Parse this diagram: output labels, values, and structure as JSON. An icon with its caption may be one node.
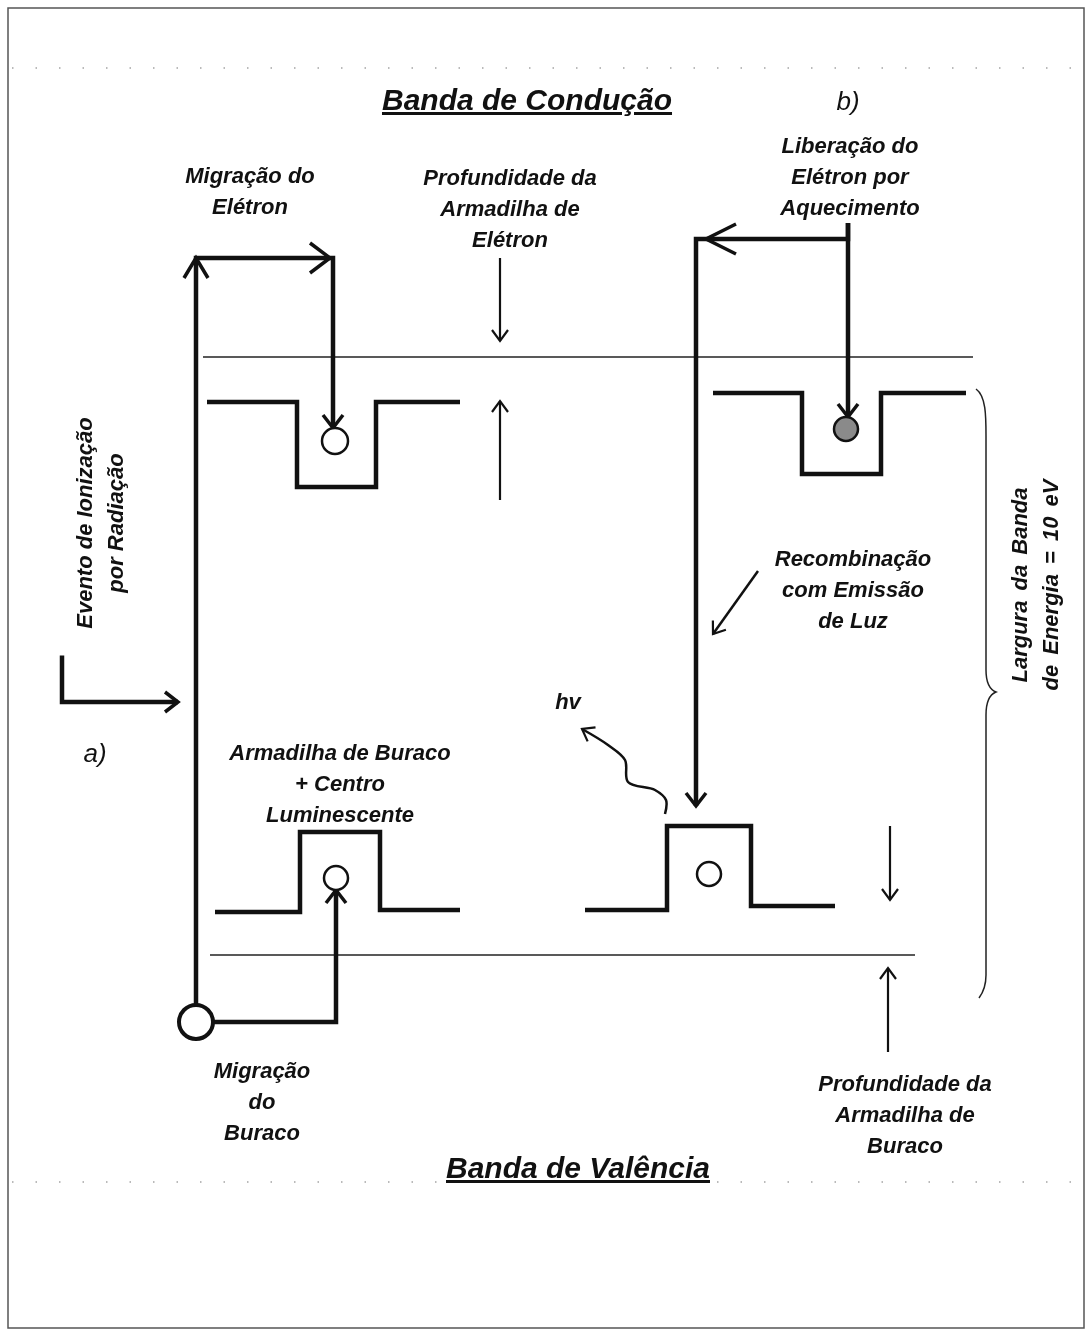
{
  "diagram": {
    "nodes": [
      {
        "text": [
          "Liberação do Elétron por Aquecimento"
        ]
      },
      {
        "text": [
          "Evento de Ionização por Radiação"
        ]
      },
      {
        "text": [
          "Recombinação com Emissão de Luz"
        ]
      },
      {
        "text": [
          "hv"
        ]
      },
      {
        "text": [],
        "shape": "circle"
      },
      {
        "text": [],
        "shape": "circle"
      },
      {
        "text": [],
        "shape": "circle"
      },
      {
        "text": [],
        "shape": "circle"
      },
      {
        "text": [],
        "shape": "circle"
      }
    ],
    "edges": [
      {
        "from": 8,
        "to": 4,
        "arrow": "to"
      },
      {
        "from": 1,
        "to": null,
        "arrow": "to"
      },
      {
        "from": 0,
        "to": 5,
        "arrow": "to"
      },
      {
        "from": 0,
        "to": 7,
        "arrow": "to"
      },
      {
        "from": 2,
        "to": null,
        "arrow": "to"
      },
      {
        "from": 7,
        "to": 3,
        "arrow": "to"
      },
      {
        "from": 8,
        "to": 6,
        "arrow": "to"
      }
    ],
    "labels": [
      "Banda de Condução",
      "b)",
      "Migração do Elétron",
      "Profundidade da Armadilha de Elétron",
      "Largura da Banda de Energia = 10 eV",
      "a)",
      "Armadilha de Buraco + Centro Luminescente",
      "Migração do Buraco",
      "Profundidade da Armadilha de Buraco",
      "Banda de Valência"
    ]
  }
}
